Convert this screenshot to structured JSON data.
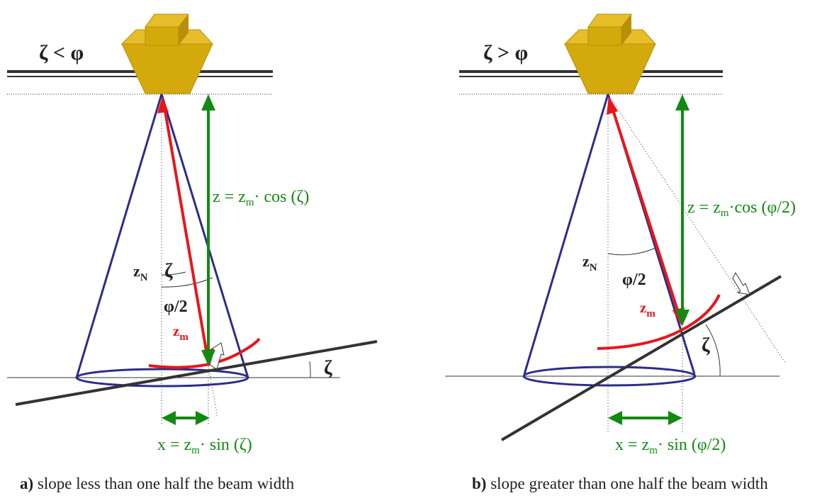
{
  "colors": {
    "transducer": "#d4a90c",
    "transducer_shade": "#b88f08",
    "cone": "#2c2c8c",
    "red": "#e8161b",
    "green": "#128a12",
    "black": "#333333"
  },
  "panel_a": {
    "condition": "ζ < φ",
    "z_eq_lhs": "z = z",
    "z_eq_sub": "m",
    "z_eq_rhs": "· cos (ζ)",
    "x_eq_lhs": "x = z",
    "x_eq_sub": "m",
    "x_eq_rhs": "· sin (ζ)",
    "zn_main": "z",
    "zn_sub": "N",
    "zm_main": "z",
    "zm_sub": "m",
    "angle_zeta": "ζ",
    "angle_half_phi": "φ/2",
    "slope_angle": "ζ",
    "caption_bold": "a)",
    "caption_text": " slope less than one half the beam width"
  },
  "panel_b": {
    "condition": "ζ > φ",
    "z_eq_lhs": "z = z",
    "z_eq_sub": "m",
    "z_eq_rhs": "·cos (φ/2)",
    "x_eq_lhs": "x = z",
    "x_eq_sub": "m",
    "x_eq_rhs": "· sin (φ/2)",
    "zn_main": "z",
    "zn_sub": "N",
    "zm_main": "z",
    "zm_sub": "m",
    "angle_half_phi": "φ/2",
    "slope_angle": "ζ",
    "caption_bold": "b)",
    "caption_text": " slope greater than one half the beam width"
  }
}
